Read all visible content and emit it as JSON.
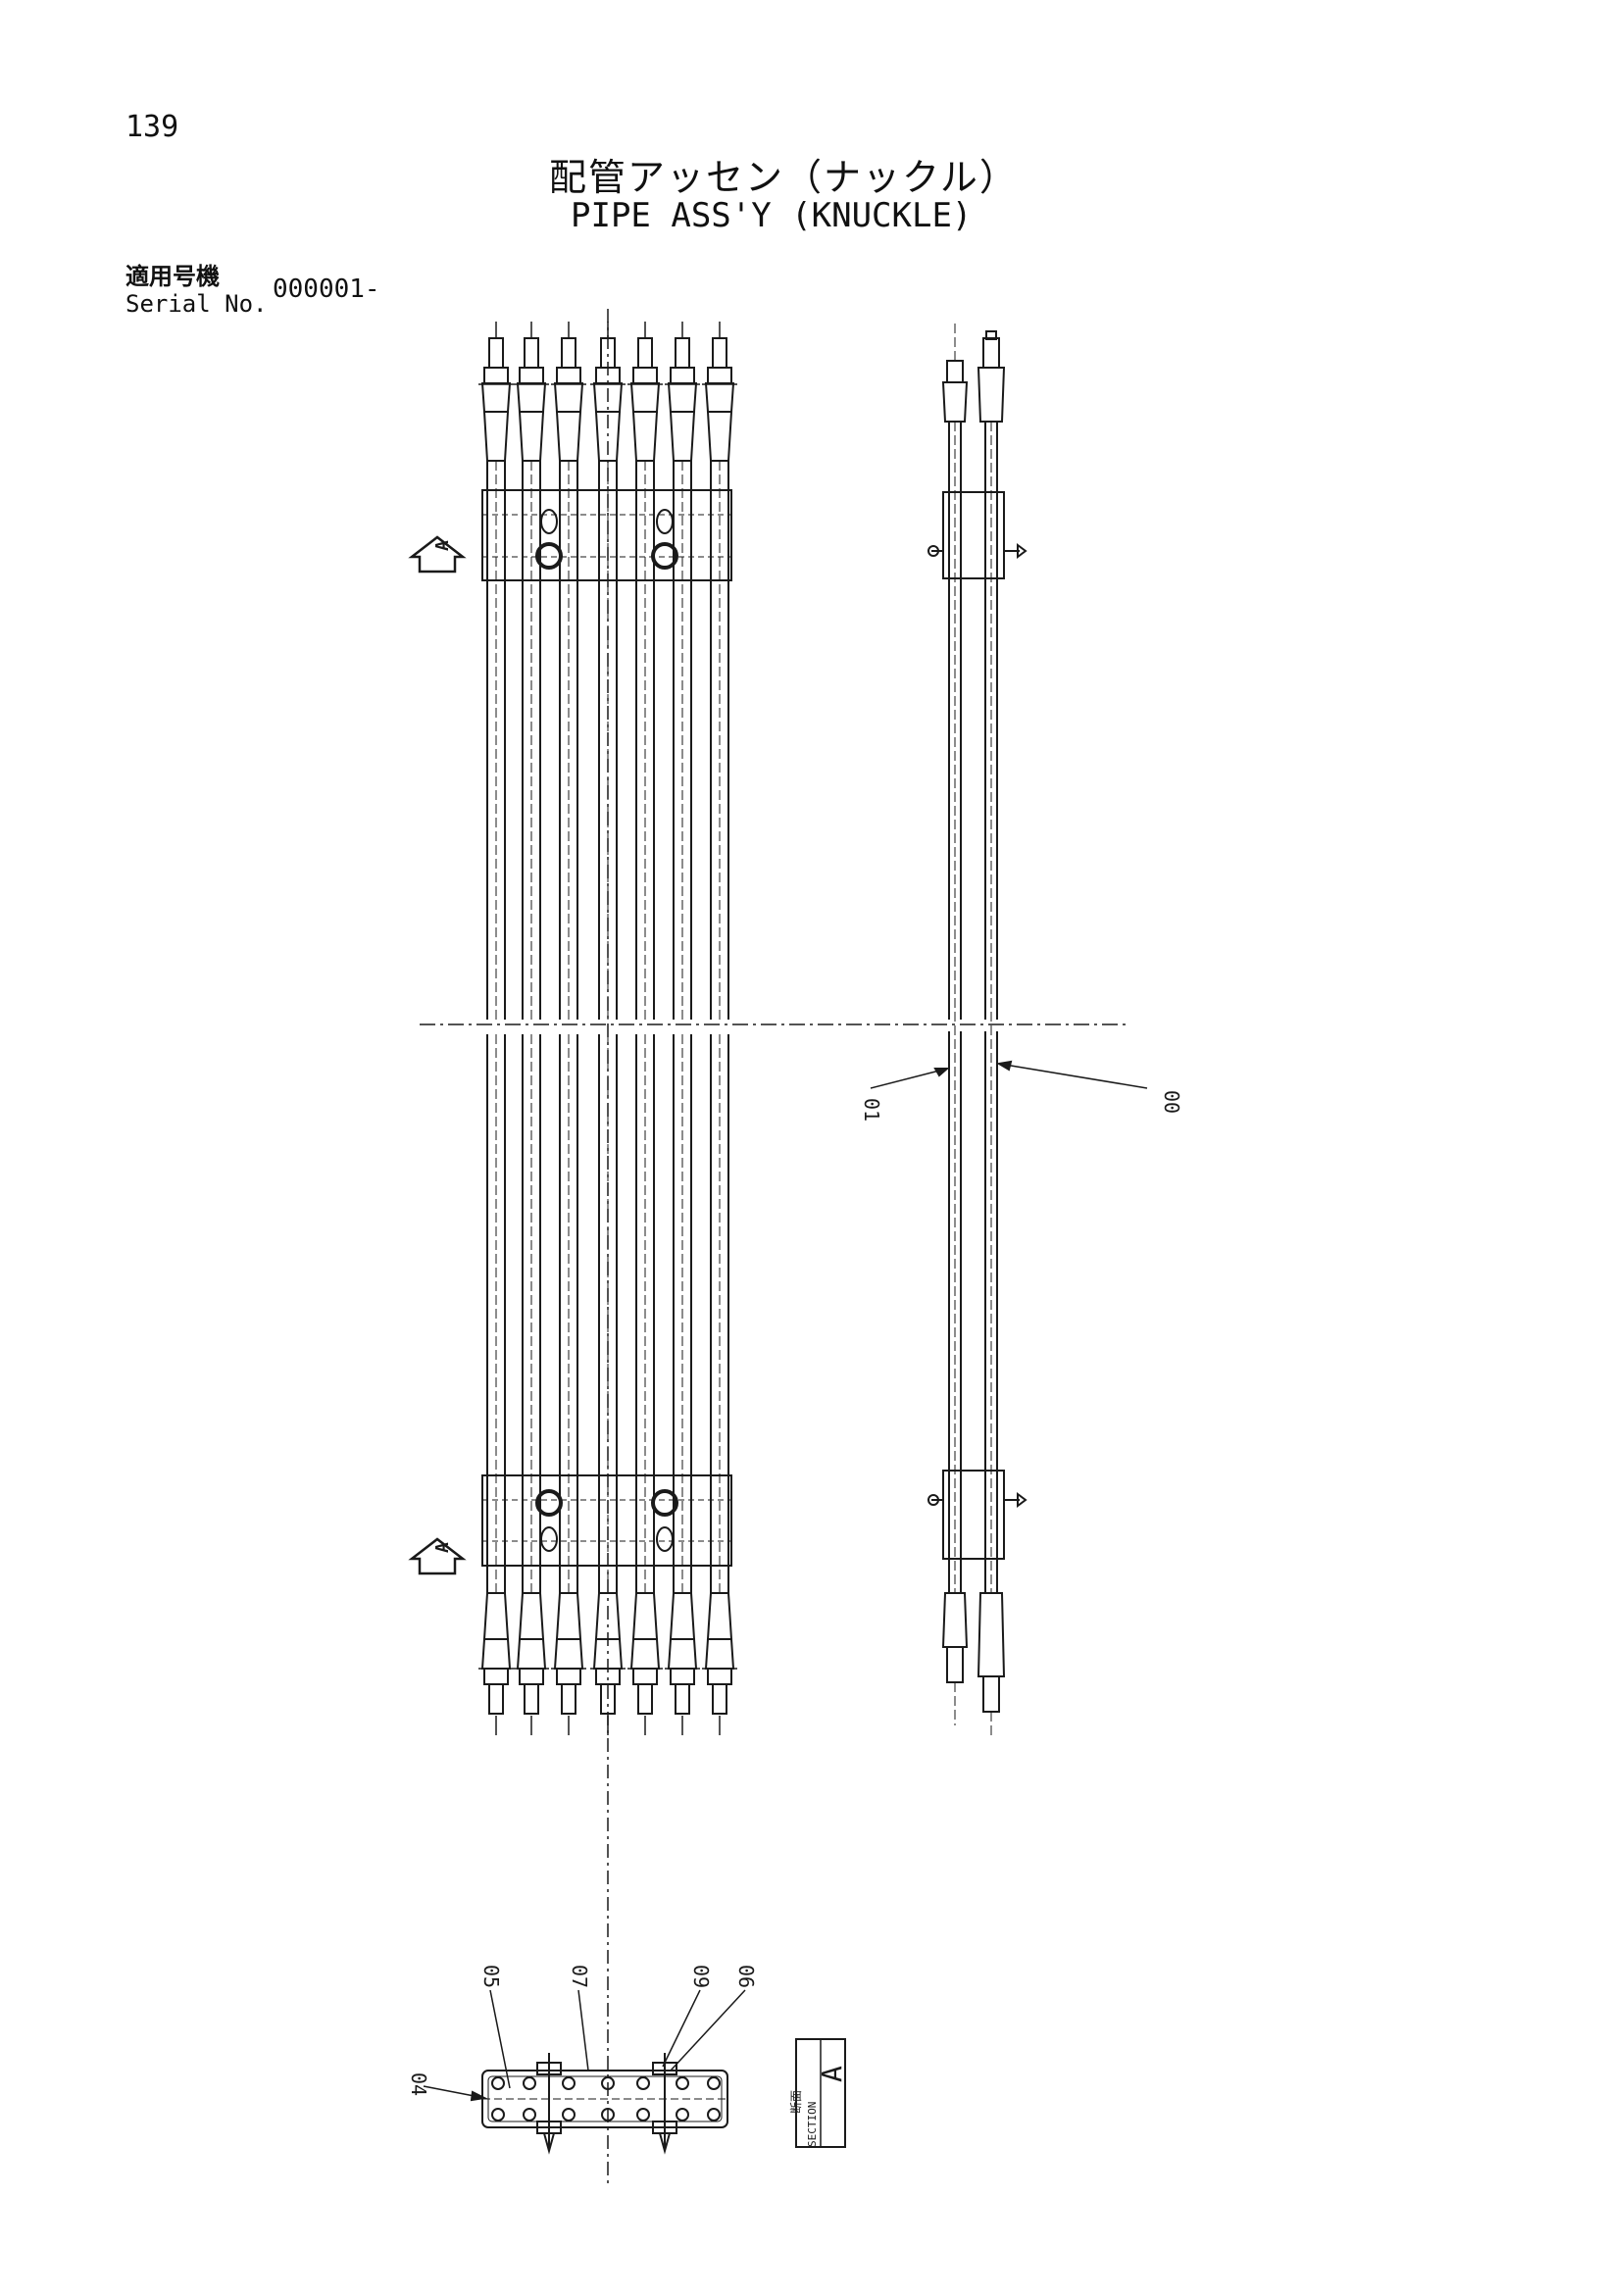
{
  "header": {
    "page_number": "139",
    "title_jp": "配管アッセン（ナックル）",
    "title_en": "PIPE ASS'Y (KNUCKLE)",
    "serial_label_jp": "適用号機",
    "serial_label_en": "Serial No.",
    "serial_value": "000001-"
  },
  "view_markers": {
    "top_arrow": "A",
    "bottom_arrow": "A"
  },
  "part_callouts": {
    "side_left": "01",
    "side_right": "00",
    "sec_04": "04",
    "sec_05": "05",
    "sec_07": "07",
    "sec_09": "09",
    "sec_06": "06"
  },
  "section_label": {
    "jp": "断面",
    "en": "SECTION",
    "letter": "A"
  },
  "colors": {
    "ink": "#1a1a1a",
    "paper": "#ffffff"
  }
}
